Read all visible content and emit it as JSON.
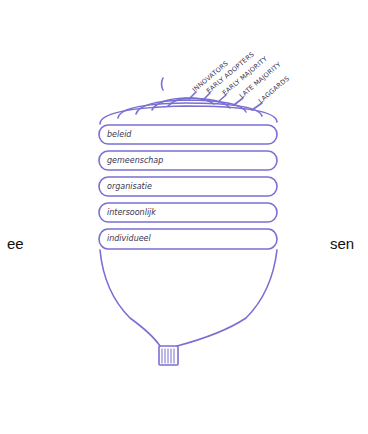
{
  "diagram": {
    "nodes": [
      {
        "text": [
          "beleid"
        ]
      },
      {
        "text": [
          "gemeenschap"
        ]
      },
      {
        "text": [
          "organisatie"
        ]
      },
      {
        "text": [
          "intersoonlijk"
        ]
      },
      {
        "text": [
          "individueel"
        ]
      }
    ],
    "labels": [
      "INNOVATORS",
      "EARLY ADOPTERS",
      "EARLY MAJORITY",
      "LATE MAJORITY",
      "LAGGARDS",
      "ee",
      "sen"
    ]
  }
}
